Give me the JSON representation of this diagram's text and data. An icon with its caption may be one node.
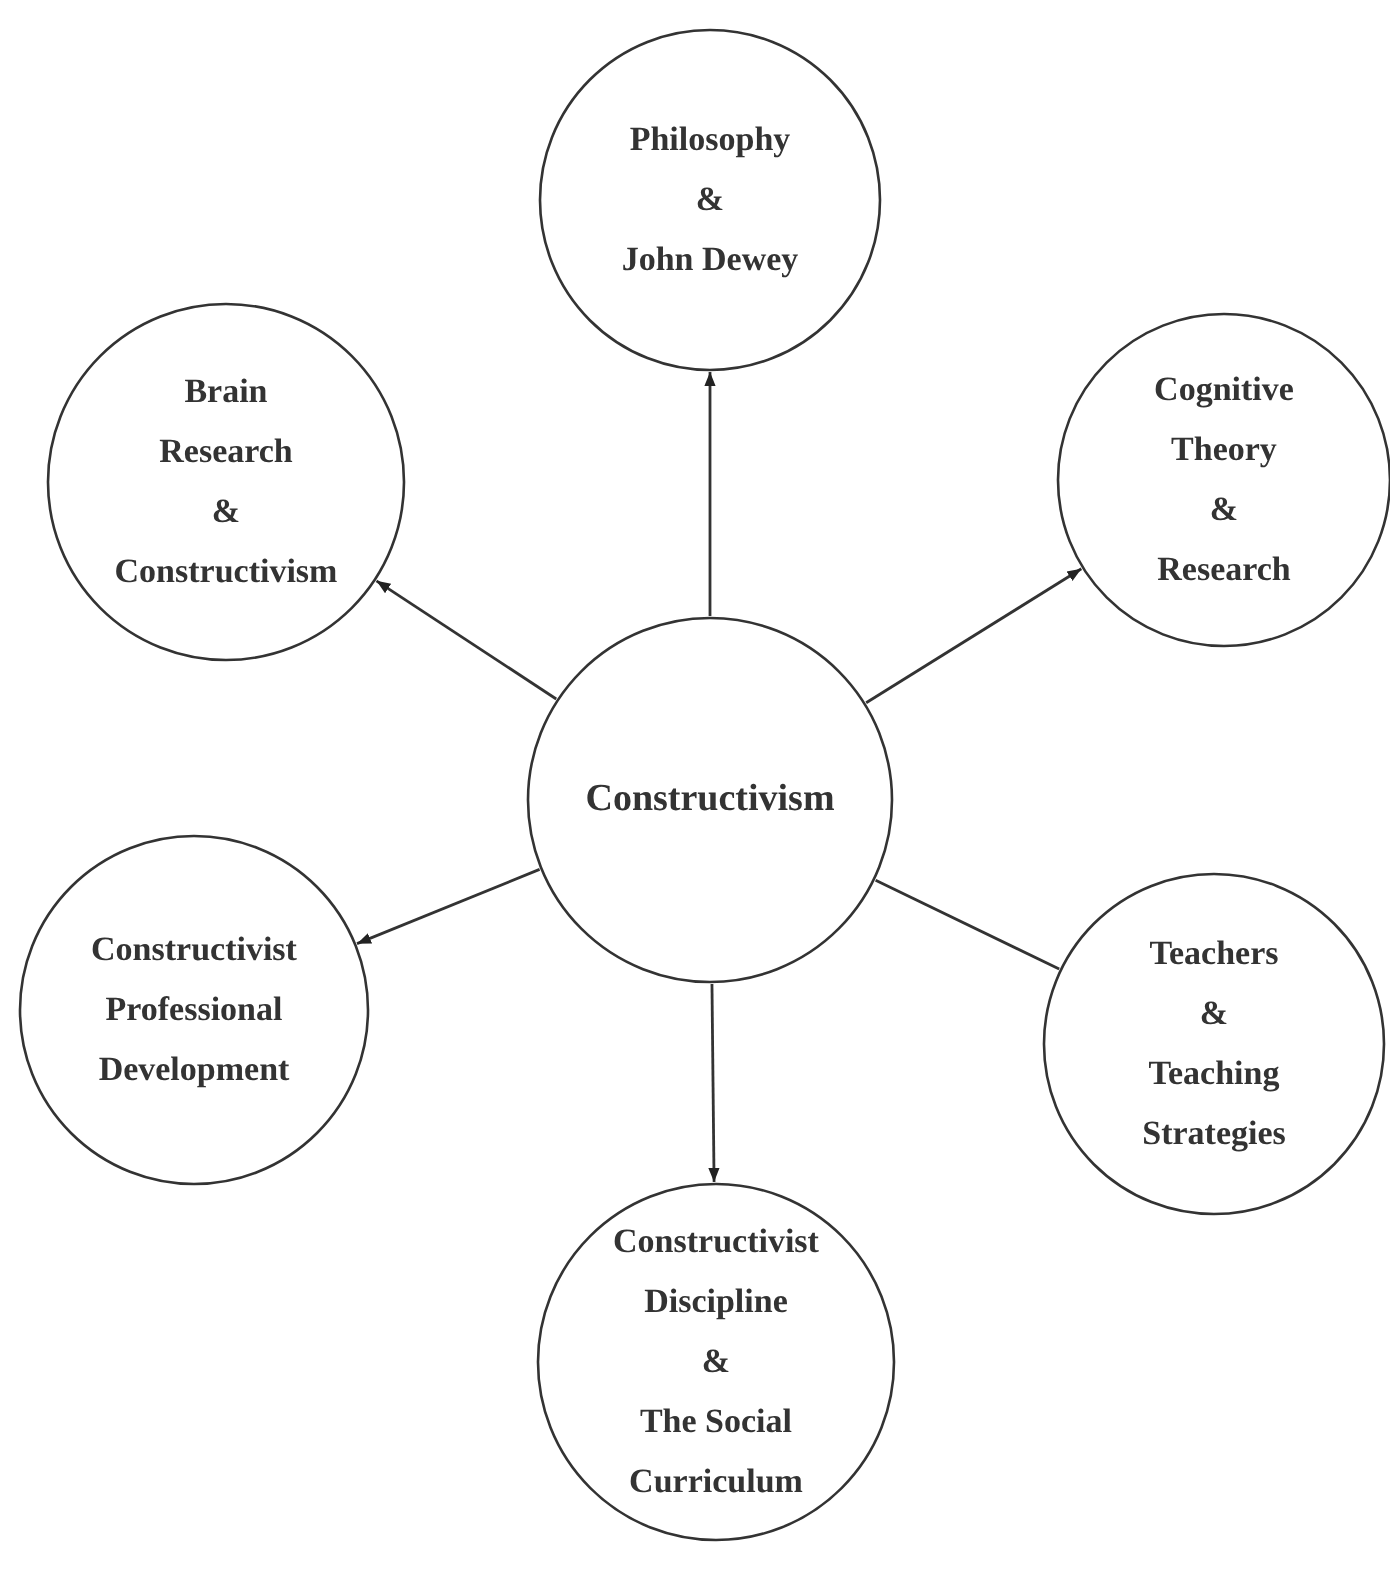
{
  "diagram": {
    "nodes": [
      {
        "text": [
          "Constructivism"
        ]
      },
      {
        "text": [
          "Philosophy",
          "&",
          "John Dewey"
        ]
      },
      {
        "text": [
          "Brain Research",
          "&",
          "Constructivism"
        ]
      },
      {
        "text": [
          "Cognitive Theory",
          "&",
          "Research"
        ]
      },
      {
        "text": [
          "Constructivist Professional Development"
        ]
      },
      {
        "text": [
          "Teachers",
          "&",
          "Teaching Strategies"
        ]
      },
      {
        "text": [
          "Constructivist Discipline",
          "&",
          "The Social Curriculum"
        ]
      }
    ],
    "edges": [
      {
        "from": 0,
        "to": 1,
        "arrow": "to"
      },
      {
        "from": 0,
        "to": 2,
        "arrow": "to"
      },
      {
        "from": 0,
        "to": 3,
        "arrow": "to"
      },
      {
        "from": 0,
        "to": 4,
        "arrow": "to"
      },
      {
        "from": 0,
        "to": 5,
        "arrow": "none"
      },
      {
        "from": 0,
        "to": 6,
        "arrow": "to"
      }
    ]
  }
}
